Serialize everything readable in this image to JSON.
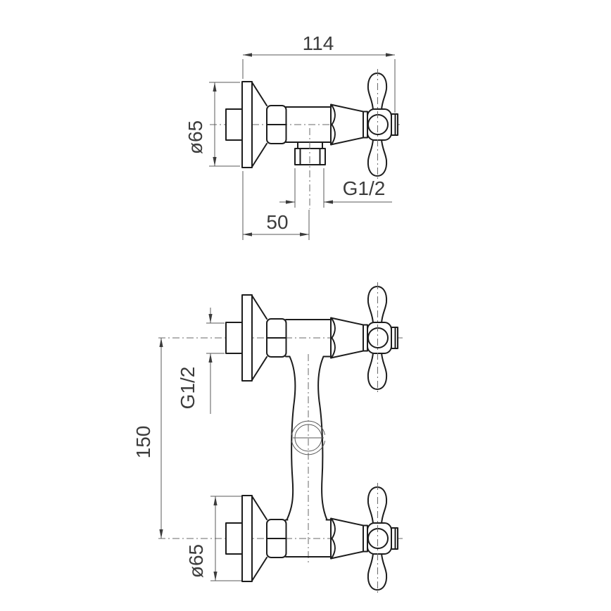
{
  "drawing": {
    "colors": {
      "background": "#ffffff",
      "object_line": "#1d1d1d",
      "thin_line": "#5a5a5a",
      "text": "#3c3c3c"
    },
    "views": {
      "side_view": {
        "dim_width": "114",
        "dim_flange_diameter": "ø65",
        "dim_outlet_thread": "G1/2",
        "dim_outlet_offset": "50"
      },
      "front_view": {
        "dim_inlet_thread": "G1/2",
        "dim_centers_distance": "150",
        "dim_flange_diameter": "ø65"
      }
    }
  }
}
